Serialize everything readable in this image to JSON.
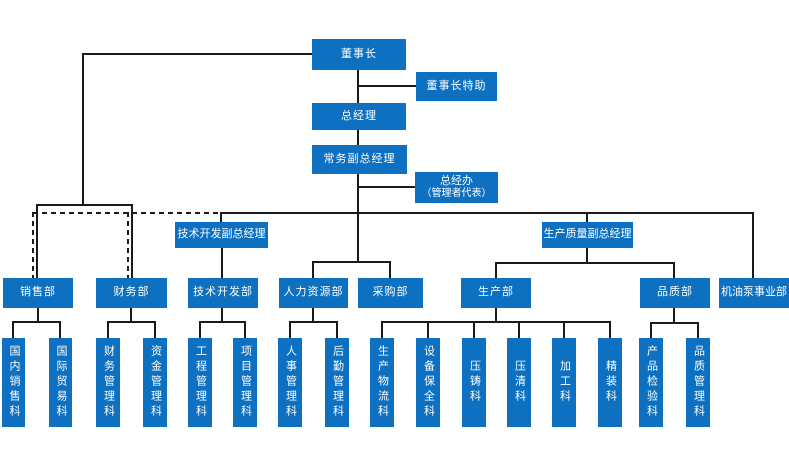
{
  "colors": {
    "box_fill": "#0D70C1",
    "box_text": "#FFFFFF",
    "line": "#1A1A1A",
    "background": "#FFFFFF"
  },
  "org_chart": {
    "top": {
      "chairman": "董事长",
      "chairman_assistant": "董事长特助",
      "general_manager": "总经理",
      "executive_deputy_gm": "常务副总经理",
      "gm_office_line1": "总经办",
      "gm_office_line2": "（管理者代表）",
      "tech_dev_deputy_gm": "技术开发副总经理",
      "production_quality_deputy_gm": "生产质量副总经理"
    },
    "departments": [
      {
        "label": "销售部",
        "sections": [
          "国内销售科",
          "国际贸易科"
        ]
      },
      {
        "label": "财务部",
        "sections": [
          "财务管理科",
          "资金管理科"
        ]
      },
      {
        "label": "技术开发部",
        "sections": [
          "工程管理科",
          "项目管理科"
        ]
      },
      {
        "label": "人力资源部",
        "sections": [
          "人事管理科",
          "后勤管理科"
        ]
      },
      {
        "label": "采购部",
        "sections": []
      },
      {
        "label": "生产部",
        "sections": [
          "生产物流科",
          "设备保全科",
          "压铸科",
          "压清科",
          "加工科",
          "精装科"
        ]
      },
      {
        "label": "品质部",
        "sections": [
          "产品检验科",
          "品质管理科"
        ]
      },
      {
        "label": "机油泵事业部",
        "sections": []
      }
    ]
  }
}
